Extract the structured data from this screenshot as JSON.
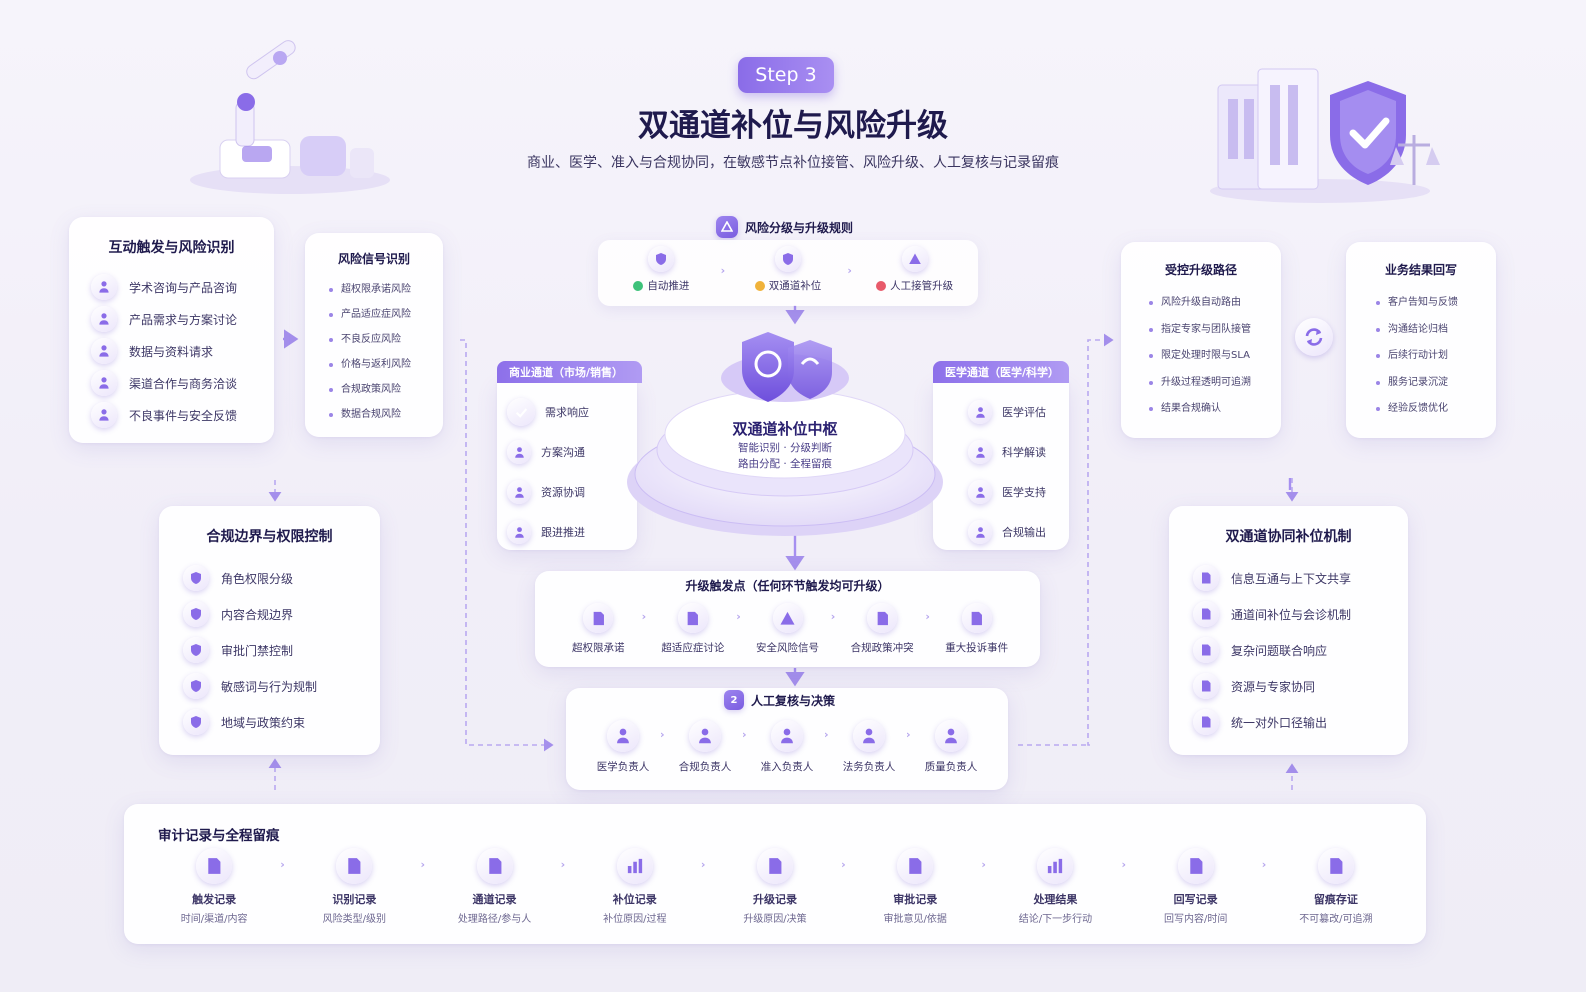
{
  "header": {
    "step_badge": "Step 3",
    "title": "双通道补位与风险升级",
    "subtitle": "商业、医学、准入与合规协同，在敏感节点补位接管、风险升级、人工复核与记录留痕"
  },
  "interaction": {
    "title": "互动触发与风险识别",
    "items": [
      "学术咨询与产品咨询",
      "产品需求与方案讨论",
      "数据与资料请求",
      "渠道合作与商务洽谈",
      "不良事件与安全反馈"
    ]
  },
  "risk_signals": {
    "title": "风险信号识别",
    "items": [
      "超权限承诺风险",
      "产品适应症风险",
      "不良反应风险",
      "价格与返利风险",
      "合规政策风险",
      "数据合规风险"
    ]
  },
  "risk_rules": {
    "title": "风险分级与升级规则",
    "items": [
      {
        "label": "自动推进",
        "color": "#3ec27a"
      },
      {
        "label": "双通道补位",
        "color": "#f0b23a"
      },
      {
        "label": "人工接管升级",
        "color": "#e85a6a"
      }
    ]
  },
  "business_channel": {
    "title": "商业通道（市场/销售）",
    "items": [
      "需求响应",
      "方案沟通",
      "资源协调",
      "跟进推进"
    ]
  },
  "medical_channel": {
    "title": "医学通道（医学/科学）",
    "items": [
      "医学评估",
      "科学解读",
      "医学支持",
      "合规输出"
    ]
  },
  "hub": {
    "title": "双通道补位中枢",
    "line1": "智能识别 · 分级判断",
    "line2": "路由分配 · 全程留痕"
  },
  "escalation_path": {
    "title": "受控升级路径",
    "items": [
      "风险升级自动路由",
      "指定专家与团队接管",
      "限定处理时限与SLA",
      "升级过程透明可追溯",
      "结果合规确认"
    ]
  },
  "writeback": {
    "title": "业务结果回写",
    "items": [
      "客户告知与反馈",
      "沟通结论归档",
      "后续行动计划",
      "服务记录沉淀",
      "经验反馈优化"
    ]
  },
  "boundary": {
    "title": "合规边界与权限控制",
    "items": [
      "角色权限分级",
      "内容合规边界",
      "审批门禁控制",
      "敏感词与行为规制",
      "地域与政策约束"
    ]
  },
  "collab": {
    "title": "双通道协同补位机制",
    "items": [
      "信息互通与上下文共享",
      "通道间补位与会诊机制",
      "复杂问题联合响应",
      "资源与专家协同",
      "统一对外口径输出"
    ]
  },
  "triggers": {
    "title": "升级触发点（任何环节触发均可升级）",
    "items": [
      "超权限承诺",
      "超适应症讨论",
      "安全风险信号",
      "合规政策冲突",
      "重大投诉事件"
    ]
  },
  "review": {
    "badge": "2",
    "title": "人工复核与决策",
    "items": [
      "医学负责人",
      "合规负责人",
      "准入负责人",
      "法务负责人",
      "质量负责人"
    ]
  },
  "audit": {
    "title": "审计记录与全程留痕",
    "items": [
      {
        "label": "触发记录",
        "sub": "时间/渠道/内容"
      },
      {
        "label": "识别记录",
        "sub": "风险类型/级别"
      },
      {
        "label": "通道记录",
        "sub": "处理路径/参与人"
      },
      {
        "label": "补位记录",
        "sub": "补位原因/过程"
      },
      {
        "label": "升级记录",
        "sub": "升级原因/决策"
      },
      {
        "label": "审批记录",
        "sub": "审批意见/依据"
      },
      {
        "label": "处理结果",
        "sub": "结论/下一步行动"
      },
      {
        "label": "回写记录",
        "sub": "回写内容/时间"
      },
      {
        "label": "留痕存证",
        "sub": "不可篡改/可追溯"
      }
    ]
  },
  "colors": {
    "accent": "#8a6ce8",
    "accent_dark": "#5d43c9",
    "title": "#1f1a4d"
  }
}
